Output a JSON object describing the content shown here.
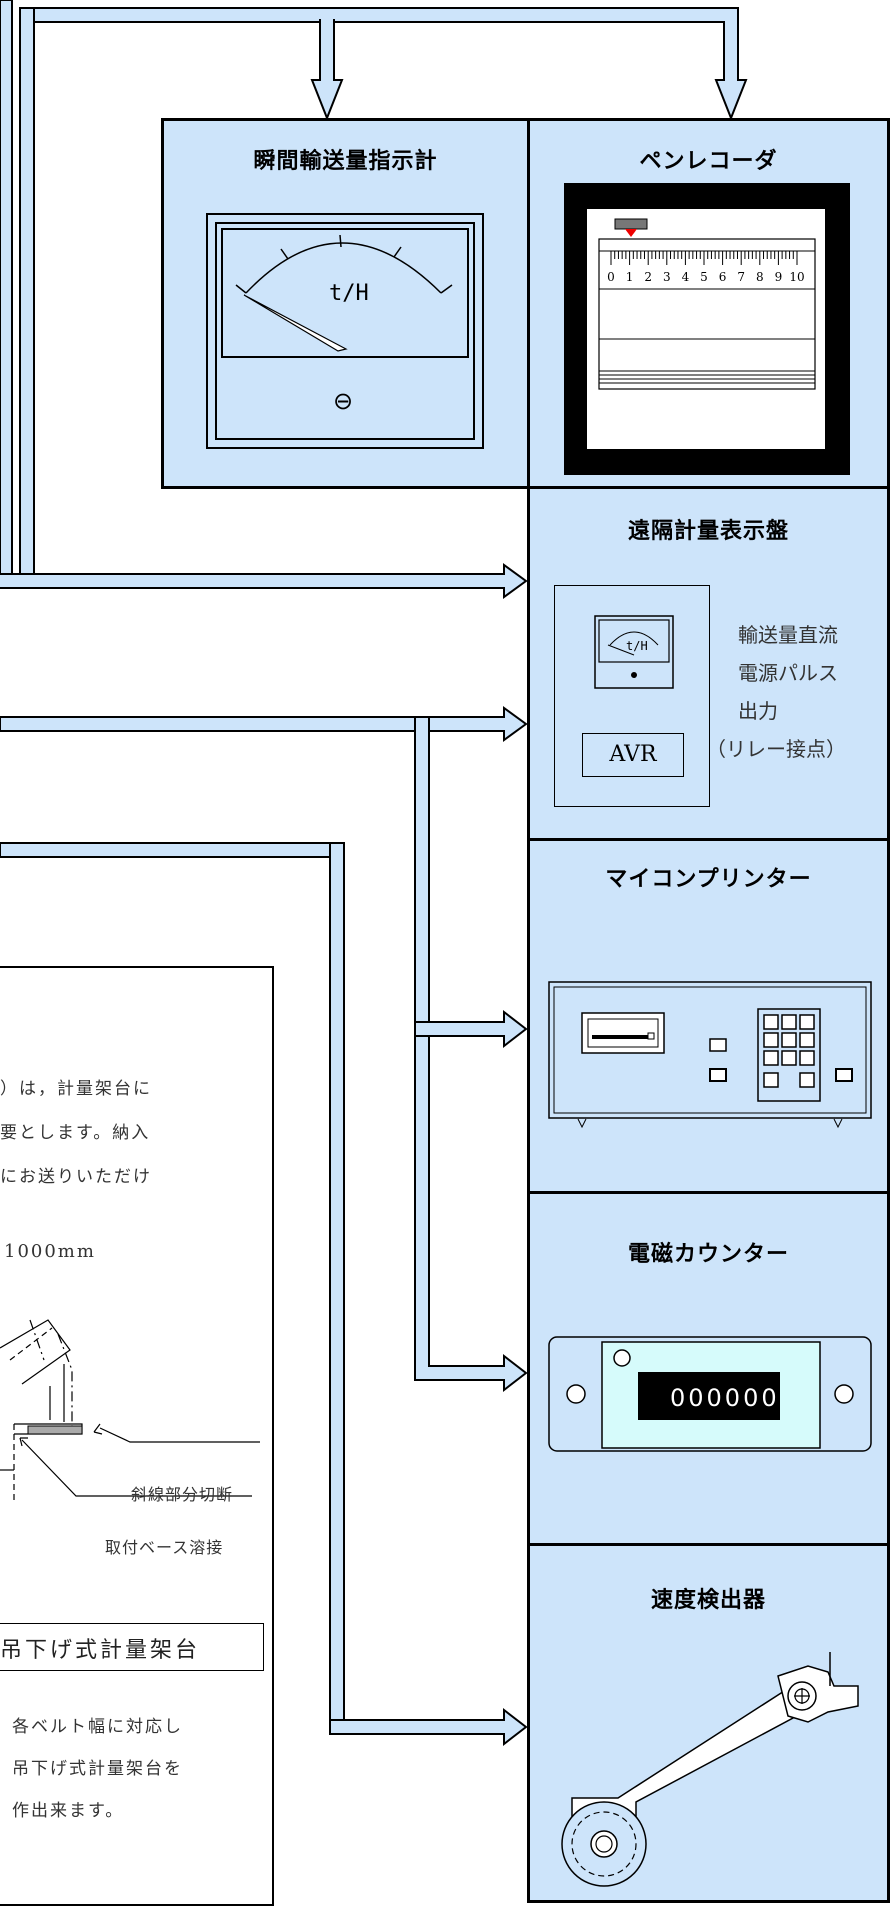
{
  "panels": {
    "meter": {
      "title": "瞬間輸送量指示計",
      "unit": "t/H",
      "symbol": "⊖"
    },
    "pen_recorder": {
      "title": "ペンレコーダ",
      "scale": [
        "0",
        "1",
        "2",
        "3",
        "4",
        "5",
        "6",
        "7",
        "8",
        "9",
        "10"
      ]
    },
    "remote_display": {
      "title": "遠隔計量表示盤",
      "meter_unit": "t/H",
      "avr_label": "AVR",
      "desc": [
        "輸送量直流",
        "電源パルス",
        "出力",
        "（リレー接点）"
      ]
    },
    "printer": {
      "title": "マイコンプリンター"
    },
    "counter": {
      "title": "電磁カウンター",
      "digits": "000000"
    },
    "speed_detector": {
      "title": "速度検出器"
    }
  },
  "left_notes": {
    "lines": [
      "）は，計量架台に",
      "要とします。納入",
      "にお送りいただけ"
    ],
    "dimension": "1000mm",
    "labels": {
      "cut": "斜線部分切断",
      "weld": "取付ベース溶接"
    },
    "frame_title": "吊下げ式計量架台",
    "frame_desc": [
      "各ベルト幅に対応し",
      "吊下げ式計量架台を",
      "作出来ます。"
    ]
  },
  "colors": {
    "panel_bg": "#cde4fa",
    "line": "#000000",
    "pipe": "#cde4fa",
    "counter_bg": "#d6fbfb"
  }
}
